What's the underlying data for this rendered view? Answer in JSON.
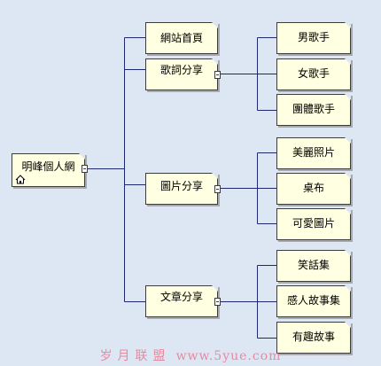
{
  "diagram": {
    "root": {
      "label": "明峰個人網"
    },
    "categories": [
      {
        "label": "網站首頁",
        "children": []
      },
      {
        "label": "歌詞分享",
        "children": [
          "男歌手",
          "女歌手",
          "團體歌手"
        ]
      },
      {
        "label": "圖片分享",
        "children": [
          "美麗照片",
          "桌布",
          "可愛圖片"
        ]
      },
      {
        "label": "文章分享",
        "children": [
          "笑話集",
          "感人故事集",
          "有趣故事"
        ]
      }
    ]
  },
  "watermark": {
    "text_cn": "岁月联盟",
    "text_url": "www.5yue.com"
  },
  "colors": {
    "background": "#dde6f3",
    "node_fill": "#ffffe1",
    "line": "#1f2a6e",
    "watermark": "#e88aa0"
  },
  "icons": {
    "home": "home-icon",
    "collapse": "collapse-toggle-icon"
  }
}
